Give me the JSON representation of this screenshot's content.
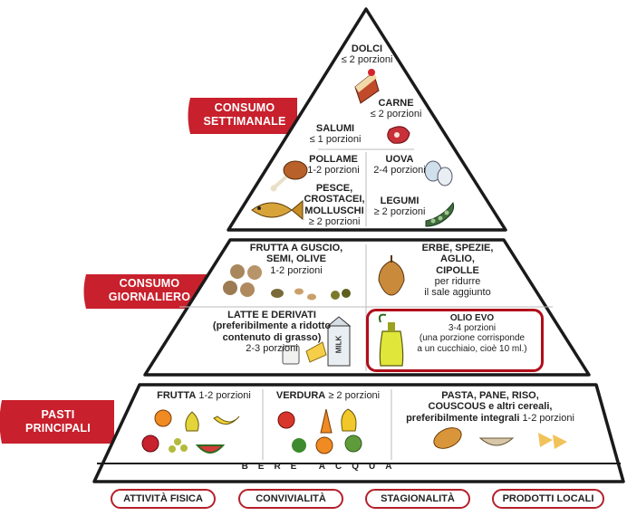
{
  "side_labels": {
    "weekly": [
      "CONSUMO",
      "SETTIMANALE"
    ],
    "daily": [
      "CONSUMO",
      "GIORNALIERO"
    ],
    "meals": [
      "PASTI",
      "PRINCIPALI"
    ]
  },
  "weekly": {
    "dolci": {
      "name": "DOLCI",
      "portions": "≤ 2 porzioni"
    },
    "carne": {
      "name": "CARNE",
      "portions": "≤ 2 porzioni"
    },
    "salumi": {
      "name": "SALUMI",
      "portions": "≤ 1 porzioni"
    },
    "pollame": {
      "name": "POLLAME",
      "portions": "1-2 porzioni"
    },
    "uova": {
      "name": "UOVA",
      "portions": "2-4 porzioni"
    },
    "pesce": {
      "name_lines": [
        "PESCE,",
        "CROSTACEI,",
        "MOLLUSCHI"
      ],
      "portions": "≥ 2 porzioni"
    },
    "legumi": {
      "name": "LEGUMI",
      "portions": "≥ 2 porzioni"
    }
  },
  "daily": {
    "frutta_guscio": {
      "name_lines": [
        "FRUTTA A GUSCIO,",
        "SEMI, OLIVE"
      ],
      "portions": "1-2 porzioni"
    },
    "erbe": {
      "name_lines": [
        "ERBE, SPEZIE,",
        "AGLIO,",
        "CIPOLLE"
      ],
      "note_lines": [
        "per ridurre",
        "il sale aggiunto"
      ]
    },
    "latte": {
      "name": "LATTE E DERIVATI",
      "note_lines": [
        "(preferibilmente a ridotto",
        "contenuto di grasso)"
      ],
      "portions": "2-3 porzioni"
    },
    "olio": {
      "name": "OLIO EVO",
      "portions": "3-4 porzioni",
      "note_lines": [
        "(una porzione corrisponde",
        "a un cucchiaio, cioè 10 ml.)"
      ]
    }
  },
  "meals": {
    "frutta": {
      "name": "FRUTTA",
      "portions": "1-2 porzioni"
    },
    "verdura": {
      "name": "VERDURA",
      "portions": "≥ 2 porzioni"
    },
    "pasta": {
      "name_lines": [
        "PASTA, PANE, RISO,",
        "COUSCOUS e altri cereali,",
        "preferibilmente integrali"
      ],
      "portions": "1-2 porzioni"
    }
  },
  "water": "BERE ACQUA",
  "milk_text": "MILK",
  "footer": [
    "ATTIVITÀ FISICA",
    "CONVIVIALITÀ",
    "STAGIONALITÀ",
    "PRODOTTI LOCALI"
  ],
  "colors": {
    "accent_red": "#c8202c",
    "highlight_border": "#b00e1a",
    "outline": "#1a1a1a"
  }
}
